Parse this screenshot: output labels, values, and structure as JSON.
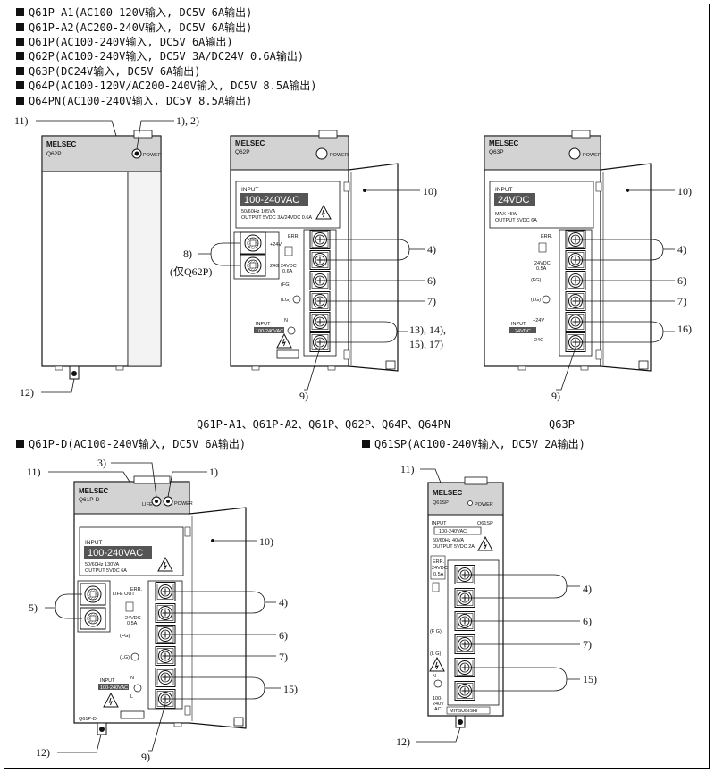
{
  "headers": {
    "h1": "Q61P-A1(AC100-120V输入, DC5V 6A输出)",
    "h2": "Q61P-A2(AC200-240V输入, DC5V 6A输出)",
    "h3": "Q61P(AC100-240V输入, DC5V 6A输出)",
    "h4": "Q62P(AC100-240V输入, DC5V 3A/DC24V 0.6A输出)",
    "h5": "Q63P(DC24V输入, DC5V 6A输出)",
    "h6": "Q64P(AC100-120V/AC200-240V输入, DC5V 8.5A输出)",
    "h7": "Q64PN(AC100-240V输入, DC5V 8.5A输出)",
    "h8": "Q61P-D(AC100-240V输入, DC5V 6A输出)",
    "h9": "Q61SP(AC100-240V输入, DC5V 2A输出)"
  },
  "captions": {
    "group": "Q61P-A1、Q61P-A2、Q61P、Q62P、Q64P、Q64PN",
    "q63p": "Q63P"
  },
  "callouts": {
    "c1": "1)",
    "c1_2": "1), 2)",
    "c3": "3)",
    "c4": "4)",
    "c5": "5)",
    "c6": "6)",
    "c7": "7)",
    "c8": "8)",
    "c8_note": "(仅Q62P)",
    "c9": "9)",
    "c10": "10)",
    "c11": "11)",
    "c12": "12)",
    "c13_14": "13), 14),",
    "c15_17": "15), 17)",
    "c15": "15)",
    "c16": "16)"
  },
  "panel": {
    "melsec": "MELSEC",
    "power": "POWER",
    "life": "LIFE",
    "input": "INPUT",
    "err": "ERR.",
    "fg": "(FG)",
    "lg": "(LG)",
    "n": "N",
    "l": "L",
    "life_out": "LIFE OUT",
    "plus24v": "+24V",
    "g24": "24G",
    "mitsubishi": "MITSUBISHI"
  },
  "modules": {
    "q62p": {
      "model": "Q62P",
      "voltage": "100-240VAC",
      "spec1": "50/60Hz 105VA",
      "spec2": "OUTPUT 5VDC 3A/24VDC 0.6A",
      "out24": "24VDC",
      "out24a": "0.6A",
      "input_small": "100-240VAC"
    },
    "q61p": {
      "model": "Q62P"
    },
    "q63p": {
      "model": "Q63P",
      "voltage": "24VDC",
      "spec1": "MAX 45W",
      "spec2": "OUTPUT 5VDC 6A",
      "err_rating1": "24VDC",
      "err_rating2": "0.5A",
      "input_small": "24VDC"
    },
    "q61pd": {
      "model": "Q61P-D",
      "voltage": "100-240VAC",
      "spec1": "50/60Hz 130VA",
      "spec2": "OUTPUT 5VDC 6A",
      "err_rating1": "24VDC",
      "err_rating2": "0.5A",
      "input_small": "100-240VAC",
      "bottom": "Q61P-D"
    },
    "q61sp": {
      "model": "Q61SP",
      "input_label": "INPUT",
      "model_right": "Q61SP",
      "voltage": "100-240VAC",
      "spec1": "50/60Hz 40VA",
      "spec2": "OUTPUT 5VDC 2A",
      "err_rating1": "24VDC",
      "err_rating2": "0.5A",
      "fg": "(F G)",
      "lg": "(L G)",
      "n": "N",
      "input_side1": "100-",
      "input_side2": "240V",
      "input_side3": "AC"
    }
  }
}
